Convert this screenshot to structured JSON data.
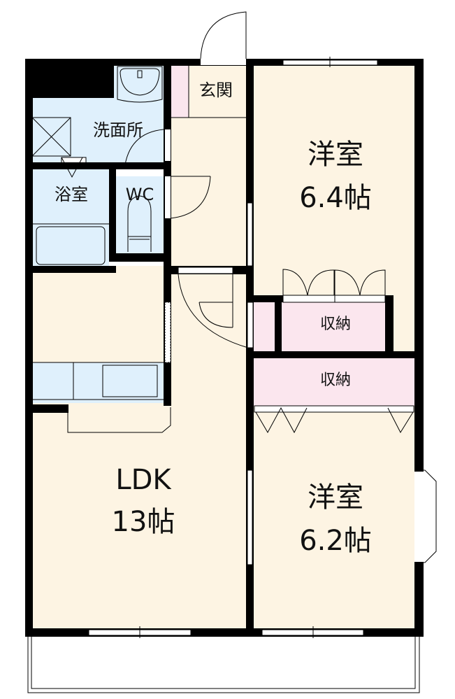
{
  "floorplan": {
    "colors": {
      "wall": "#000000",
      "living_floor": "#fdf4e3",
      "wet_area": "#dff0fc",
      "storage": "#fbe6ee",
      "window": "#ffffff",
      "line": "#000000"
    },
    "rooms": {
      "genkan": {
        "label": "玄関"
      },
      "washroom": {
        "label": "洗面所"
      },
      "bathroom": {
        "label": "浴室"
      },
      "wc": {
        "label": "WC"
      },
      "western_room_1": {
        "label": "洋室",
        "size": "6.4帖"
      },
      "western_room_2": {
        "label": "洋室",
        "size": "6.2帖"
      },
      "storage_1": {
        "label": "収納"
      },
      "storage_2": {
        "label": "収納"
      },
      "ldk": {
        "label": "LDK",
        "size": "13帖"
      }
    }
  }
}
